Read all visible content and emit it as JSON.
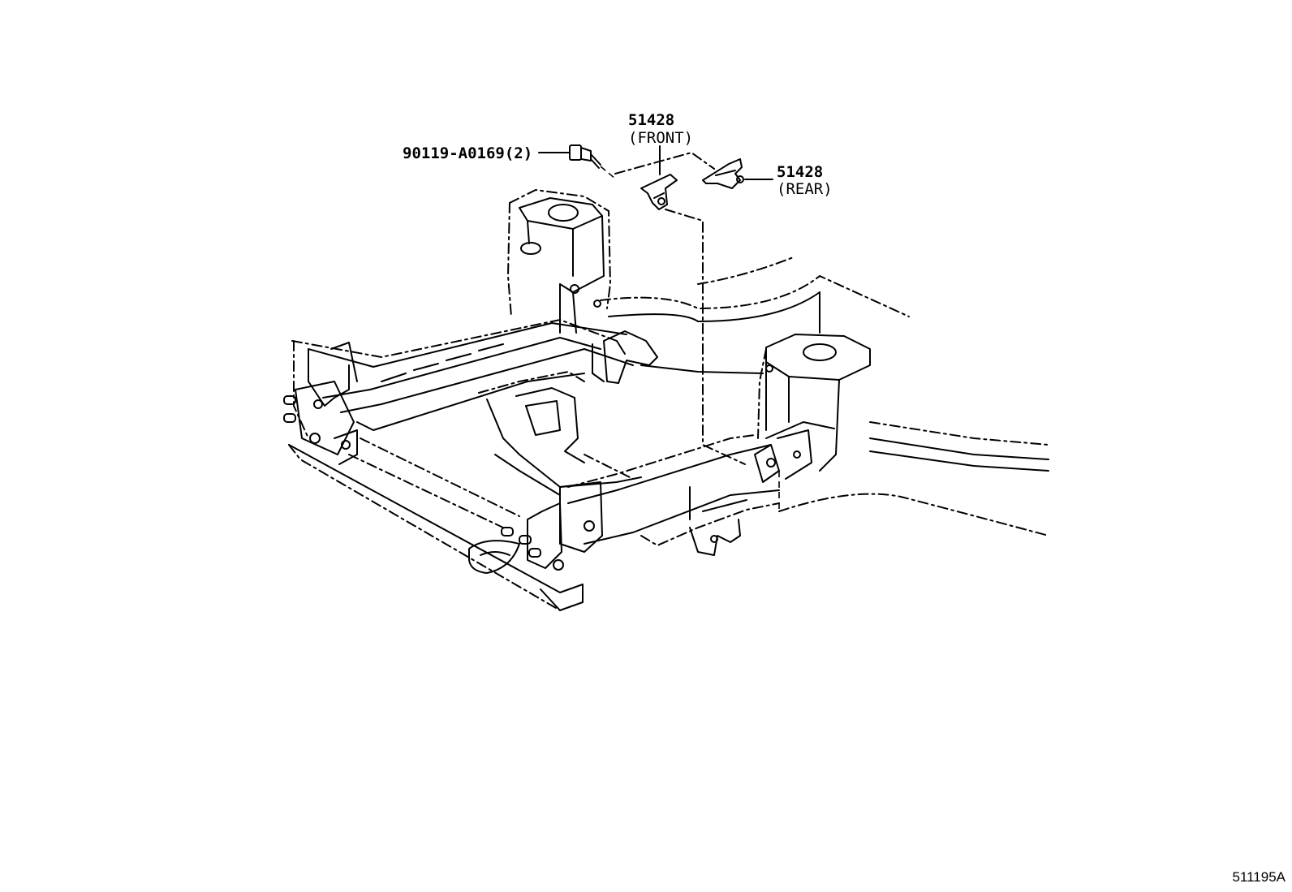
{
  "callouts": {
    "bolt": "90119-A0169(2)",
    "front_part_number": "51428",
    "front_qualifier": "(FRONT)",
    "rear_part_number": "51428",
    "rear_qualifier": "(REAR)"
  },
  "diagram_id": "511195A"
}
